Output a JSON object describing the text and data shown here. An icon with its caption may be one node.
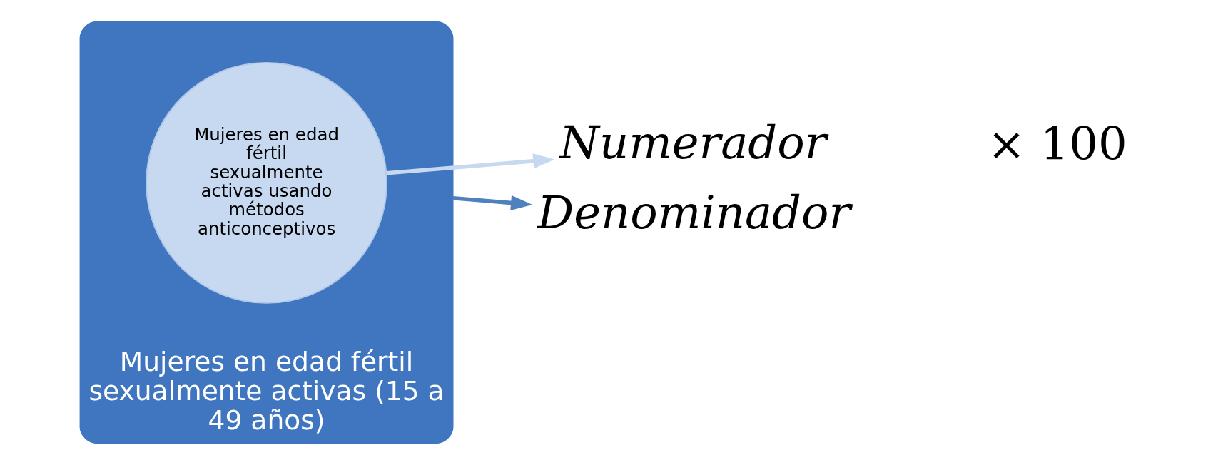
{
  "diagram": {
    "nodes": [
      {
        "text": [
          "Mujeres en edad fértil sexualmente activas (15 a 49 años)"
        ]
      },
      {
        "text": [
          "Mujeres en edad fértil sexualmente activas usando métodos anticonceptivos"
        ],
        "in": 0
      },
      {
        "text": [
          "Numerador"
        ]
      },
      {
        "text": [
          "Denominador"
        ]
      }
    ],
    "edges": [
      {
        "from": 1,
        "to": 2,
        "arrow": "to",
        "color": "#c6d9f1"
      },
      {
        "from": 0,
        "to": 3,
        "arrow": "to",
        "color": "#4f81bd"
      }
    ],
    "labels": [
      "× 100"
    ]
  }
}
